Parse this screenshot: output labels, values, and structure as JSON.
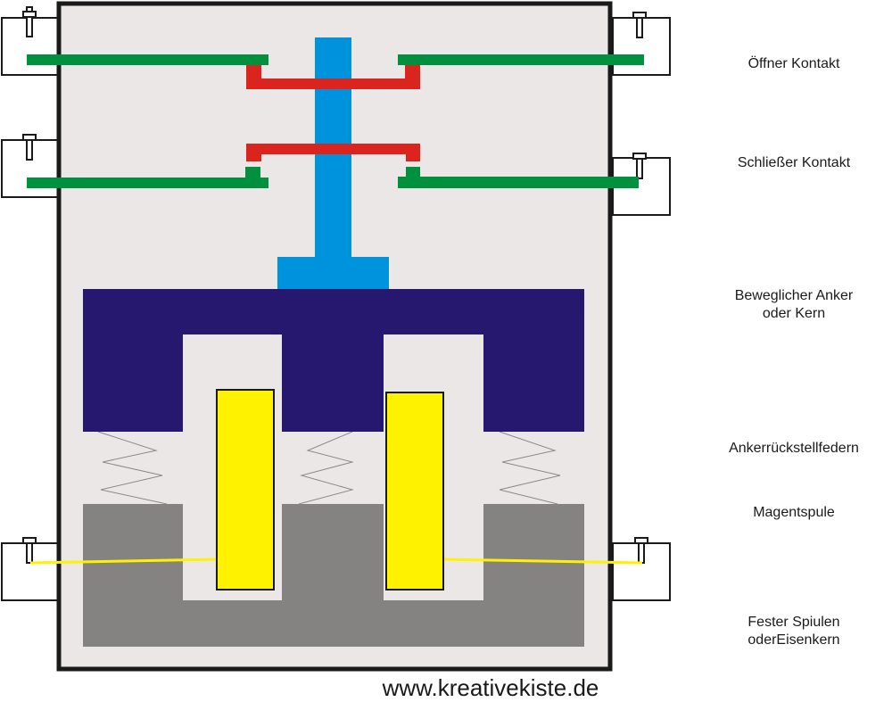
{
  "title": "Relais Aufbau",
  "labels": {
    "oeffner": "Öffner Kontakt",
    "schliesser": "Schließer Kontakt",
    "anker_line1": "Beweglicher Anker",
    "anker_line2": "oder Kern",
    "federn": "Ankerrückstellfedern",
    "spule": "Magentspule",
    "kern_line1": "Fester Spiulen",
    "kern_line2": "oderEisenkern"
  },
  "footer": {
    "url": "www.kreativekiste.de"
  },
  "colors": {
    "housing": "#ebe7e7",
    "contact": "#00913f",
    "bridge": "#dc241f",
    "plunger": "#0093dd",
    "armature": "#26186f",
    "coil": "#fff200",
    "core": "#858382",
    "spring": "#8a8a8a",
    "outline": "#1a1a1a"
  }
}
